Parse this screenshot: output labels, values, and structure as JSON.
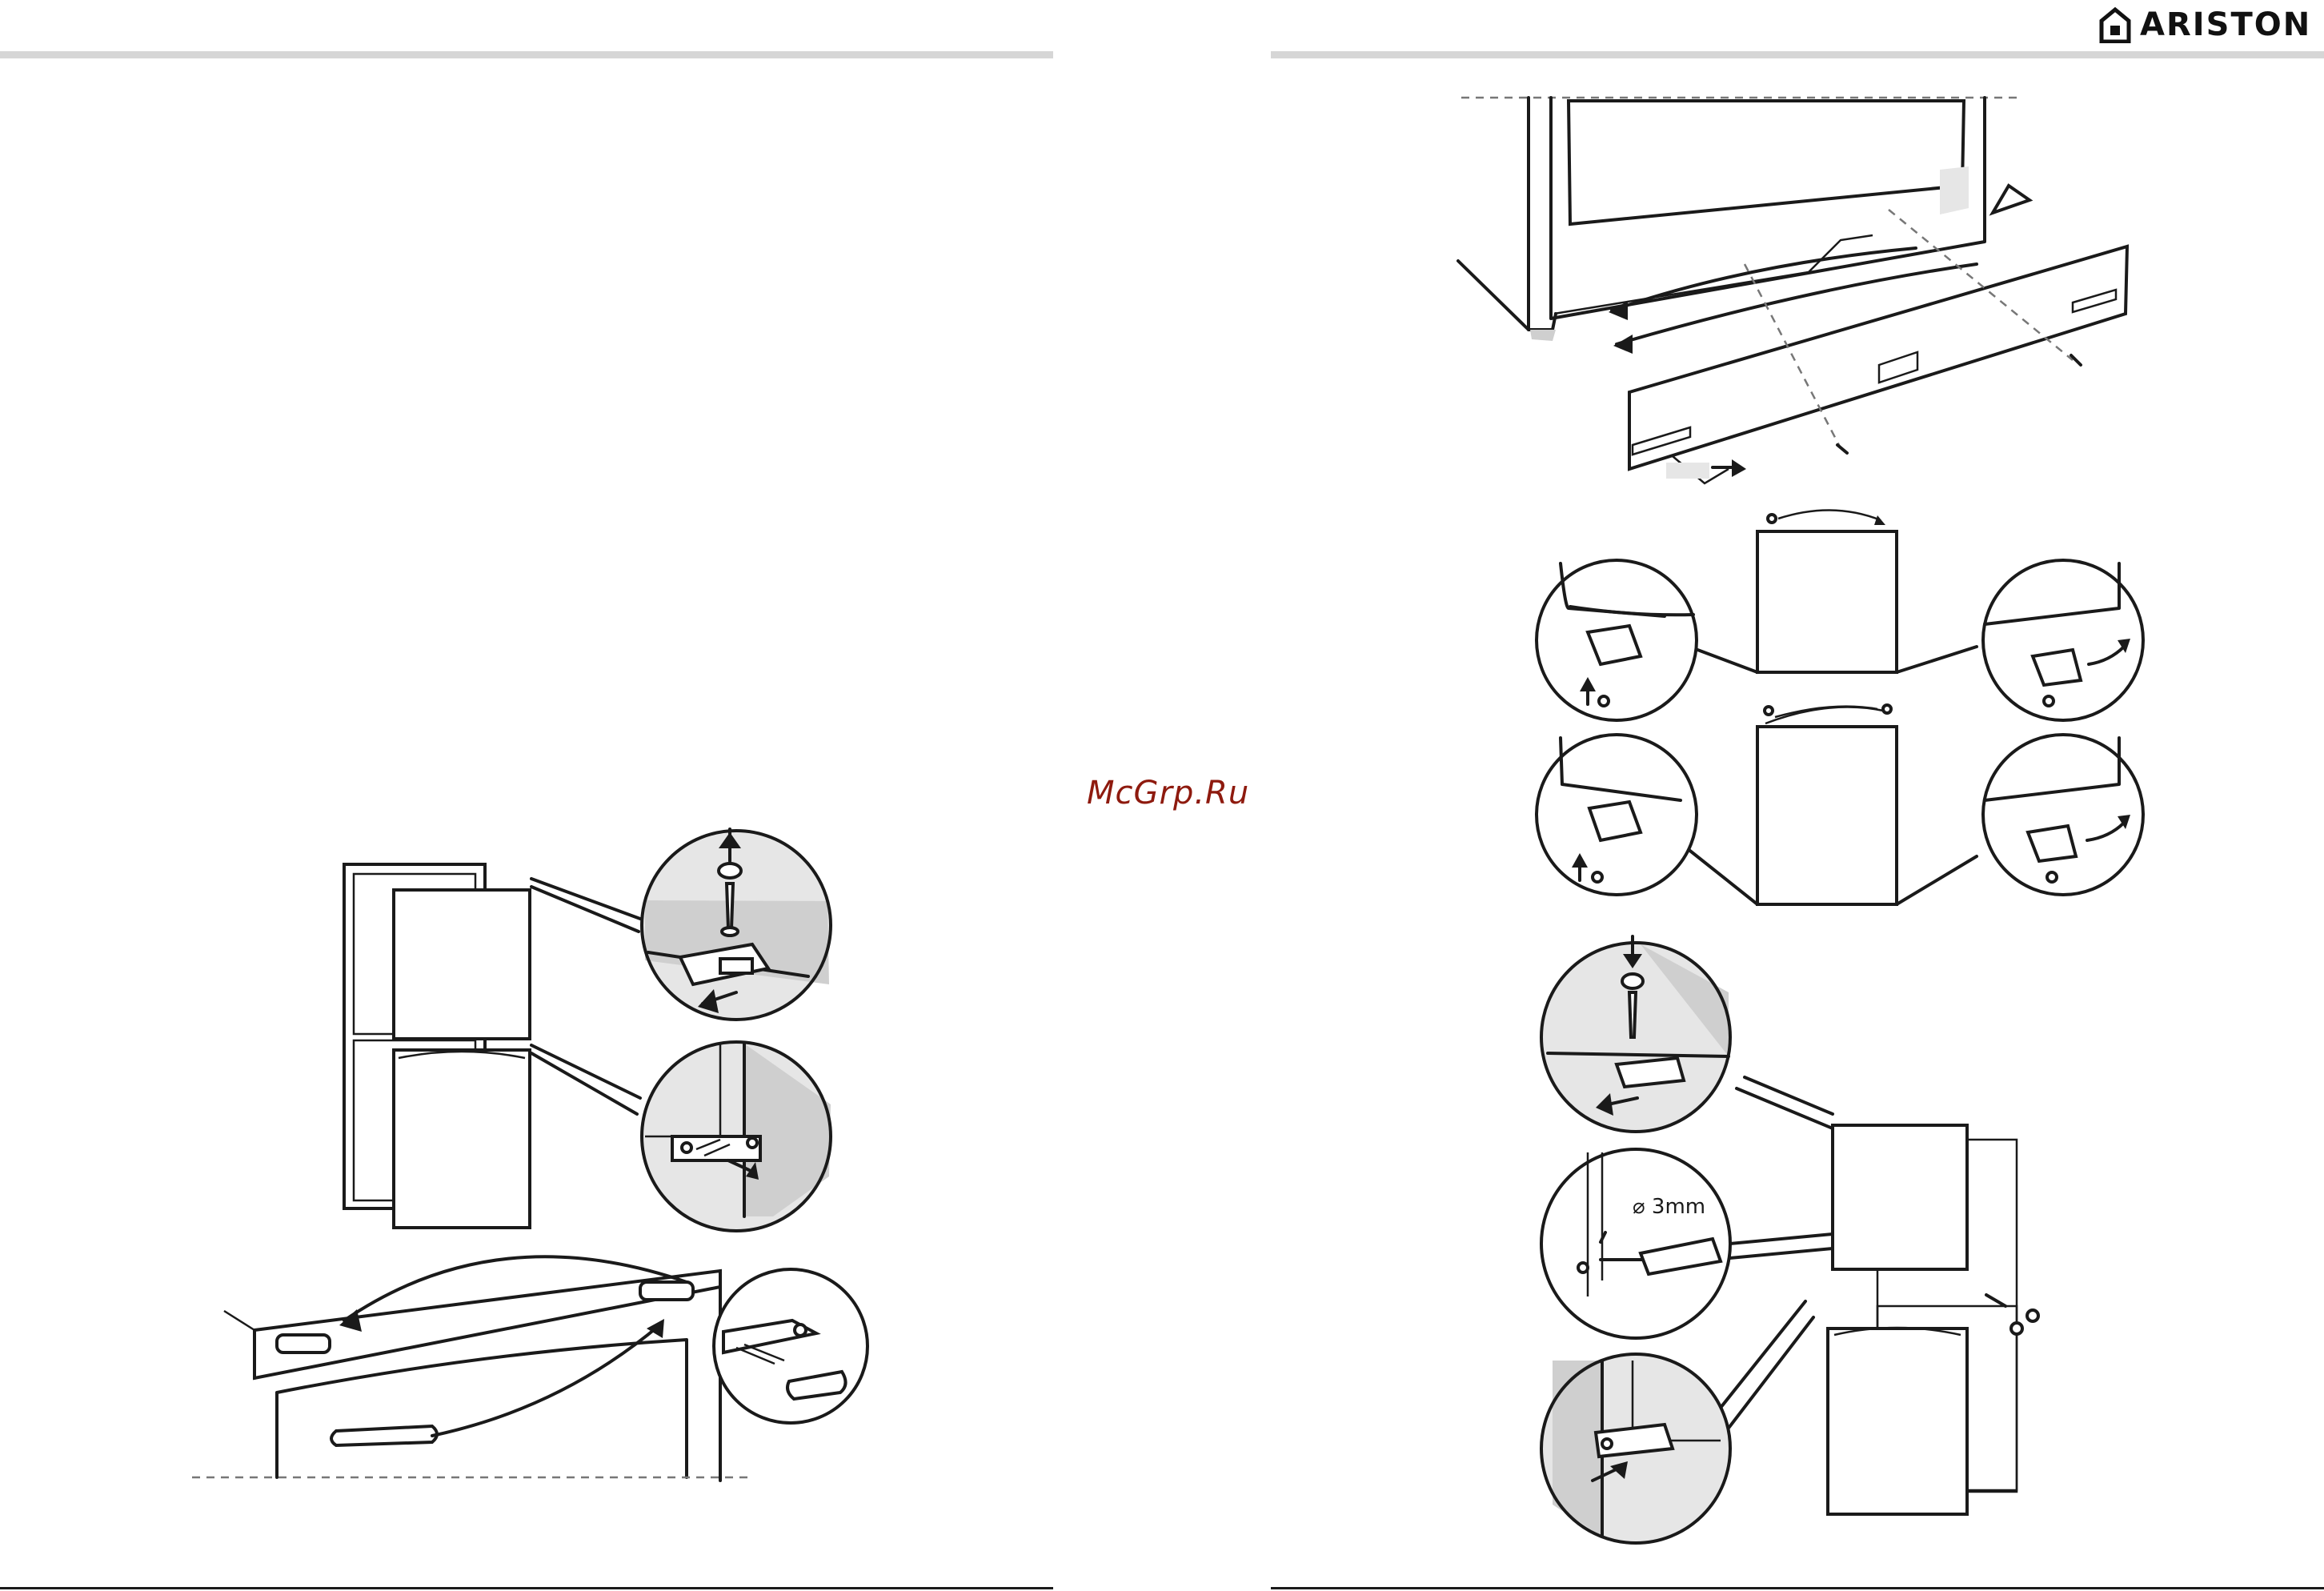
{
  "header": {
    "brand": "ARISTON",
    "brand_icon": "house-logo-icon"
  },
  "watermark": "McGrp.Ru",
  "figures": {
    "drill_label": "3mm",
    "drill_symbol": "⌀"
  }
}
